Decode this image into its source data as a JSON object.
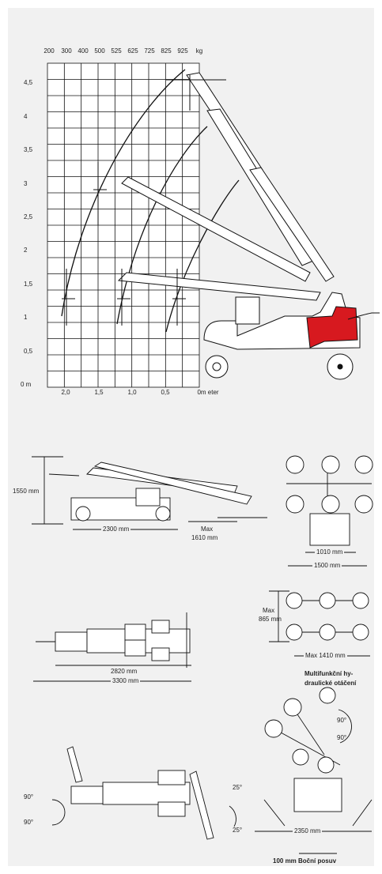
{
  "load_chart": {
    "top_ticks": [
      "200",
      "300",
      "400",
      "500",
      "525",
      "625",
      "725",
      "825",
      "925",
      "kg"
    ],
    "left_ticks": [
      "4,5",
      "4",
      "3,5",
      "3",
      "2,5",
      "2",
      "1,5",
      "1",
      "0,5",
      "0 m"
    ],
    "bottom_ticks": [
      "2,0",
      "1,5",
      "1,0",
      "0,5",
      "0m eter"
    ]
  },
  "side_view": {
    "height_label": "1550 mm",
    "length_label": "2300 mm",
    "reach_label_1": "Max",
    "reach_label_2": "1610 mm"
  },
  "front_view": {
    "inner_width": "1010 mm",
    "outer_width": "1500 mm"
  },
  "top_view": {
    "inner_length": "2820 mm",
    "outer_length": "3300 mm"
  },
  "cup_layout": {
    "height_label_1": "Max",
    "height_label_2": "865 mm",
    "width_label": "Max 1410 mm"
  },
  "rotation_view": {
    "left_angle_top": "90°",
    "left_angle_bottom": "90°",
    "right_angle_top": "25°",
    "right_angle_bottom": "25°"
  },
  "hydraulic_view": {
    "title_1": "Multifunkční hy-",
    "title_2": "draulické otáčení",
    "angle_top": "90°",
    "angle_bottom": "90°",
    "width_label": "2350 mm",
    "shift_label": "100 mm Boční posuv"
  },
  "colors": {
    "accent": "#d7191f",
    "line": "#1a1a1a",
    "background": "#f1f1f1"
  }
}
